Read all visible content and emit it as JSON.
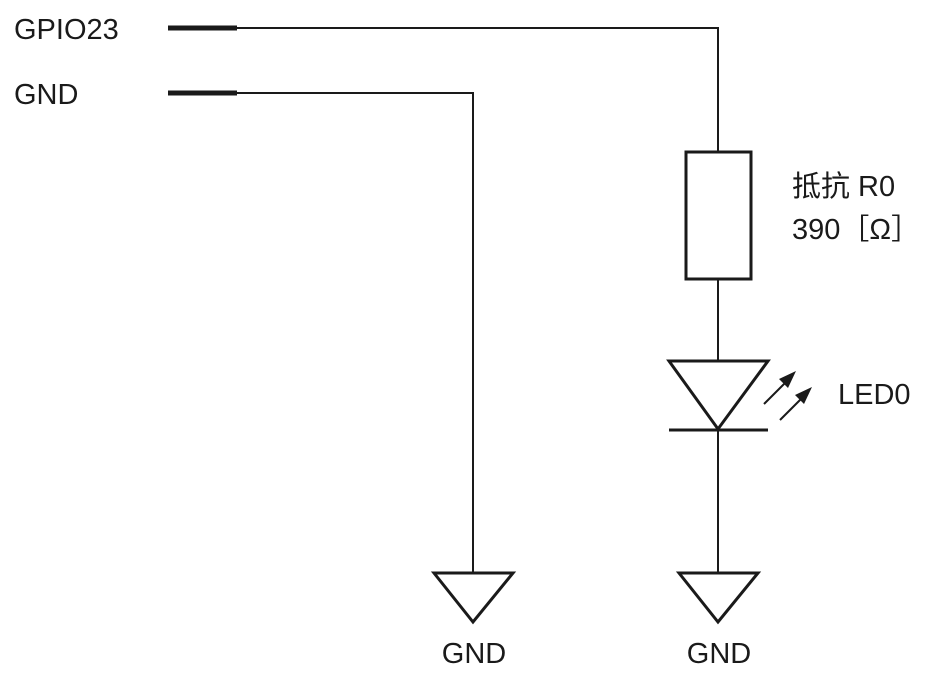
{
  "labels": {
    "gpio_pin": "GPIO23",
    "gnd_pin": "GND",
    "resistor_name": "抵抗 R0",
    "resistor_value": "390［Ω］",
    "led_name": "LED0",
    "ground_left": "GND",
    "ground_right": "GND"
  },
  "colors": {
    "line": "#1a1a1a",
    "background": "#ffffff"
  }
}
